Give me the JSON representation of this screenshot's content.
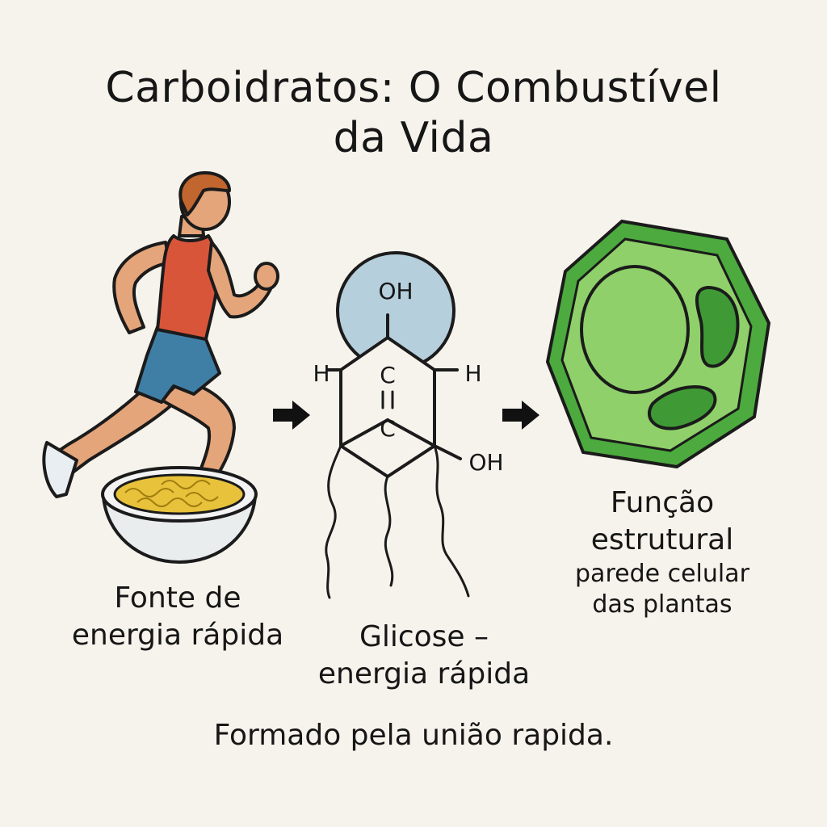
{
  "title": {
    "line1": "Carboidratos: O Combustível",
    "line2": "da Vida"
  },
  "left": {
    "line1": "Fonte de",
    "line2": "energia rápida"
  },
  "molecule": {
    "oh_top": "OH",
    "h_left": "H",
    "h_right": "H",
    "c_top": "C",
    "c_bottom": "C",
    "oh_right": "OH",
    "caption_line1": "Glicose –",
    "caption_line2": "energia rápida"
  },
  "right": {
    "title_line1": "Função",
    "title_line2": "estrutural",
    "sub_line1": "parede celular",
    "sub_line2": "das plantas"
  },
  "footer": "Formado pela união rapida.",
  "colors": {
    "background": "#f6f3ec",
    "skin": "#e4a57a",
    "hair": "#c0662e",
    "tank": "#d9553a",
    "shorts": "#3f7fa6",
    "bowl": "#e9edee",
    "noodles": "#e8c23a",
    "oh_bubble": "#b6cfdc",
    "cell_outer": "#4caa3e",
    "cell_inner": "#8fd06a",
    "chloroplast": "#3f9a35"
  }
}
